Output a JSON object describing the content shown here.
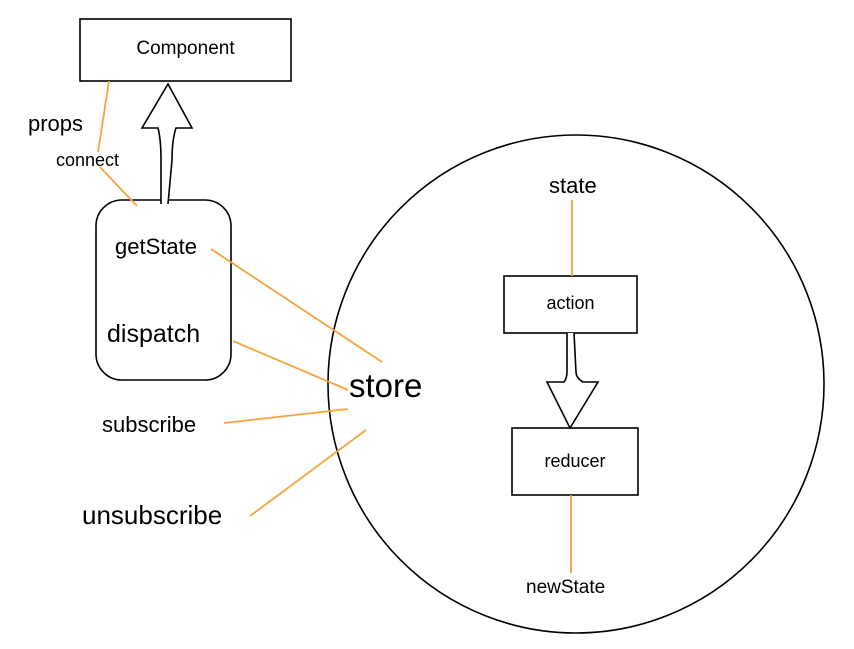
{
  "colors": {
    "stroke": "#000000",
    "connector": "#f5a33a",
    "background": "#ffffff"
  },
  "nodes": {
    "component": "Component",
    "action": "action",
    "reducer": "reducer"
  },
  "labels": {
    "props": "props",
    "connect": "connect",
    "getstate": "getState",
    "dispatch": "dispatch",
    "subscribe": "subscribe",
    "unsubscribe": "unsubscribe",
    "store": "store",
    "state": "state",
    "newstate": "newState"
  }
}
